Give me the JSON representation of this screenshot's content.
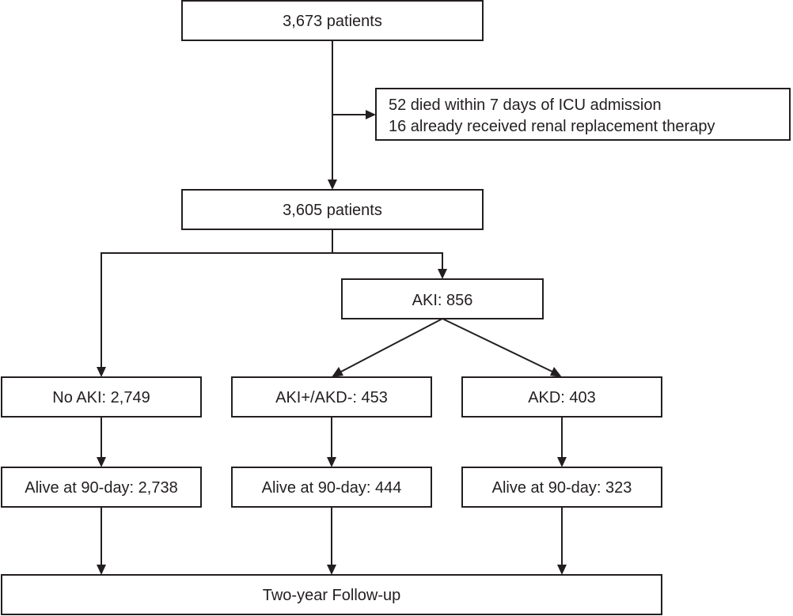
{
  "flowchart": {
    "total_patients": "3,673 patients",
    "exclusions": {
      "line1": "52 died within 7 days of ICU admission",
      "line2": "16 already received renal replacement therapy"
    },
    "included_patients": "3,605 patients",
    "aki": "AKI: 856",
    "groups": {
      "no_aki": "No AKI: 2,749",
      "aki_no_akd": "AKI+/AKD-: 453",
      "akd": "AKD: 403"
    },
    "alive_90_day": {
      "no_aki": "Alive at 90-day: 2,738",
      "aki_no_akd": "Alive at 90-day: 444",
      "akd": "Alive at 90-day: 323"
    },
    "follow_up": "Two-year Follow-up"
  },
  "colors": {
    "line": "#231f20",
    "box_fill": "#ffffff"
  }
}
